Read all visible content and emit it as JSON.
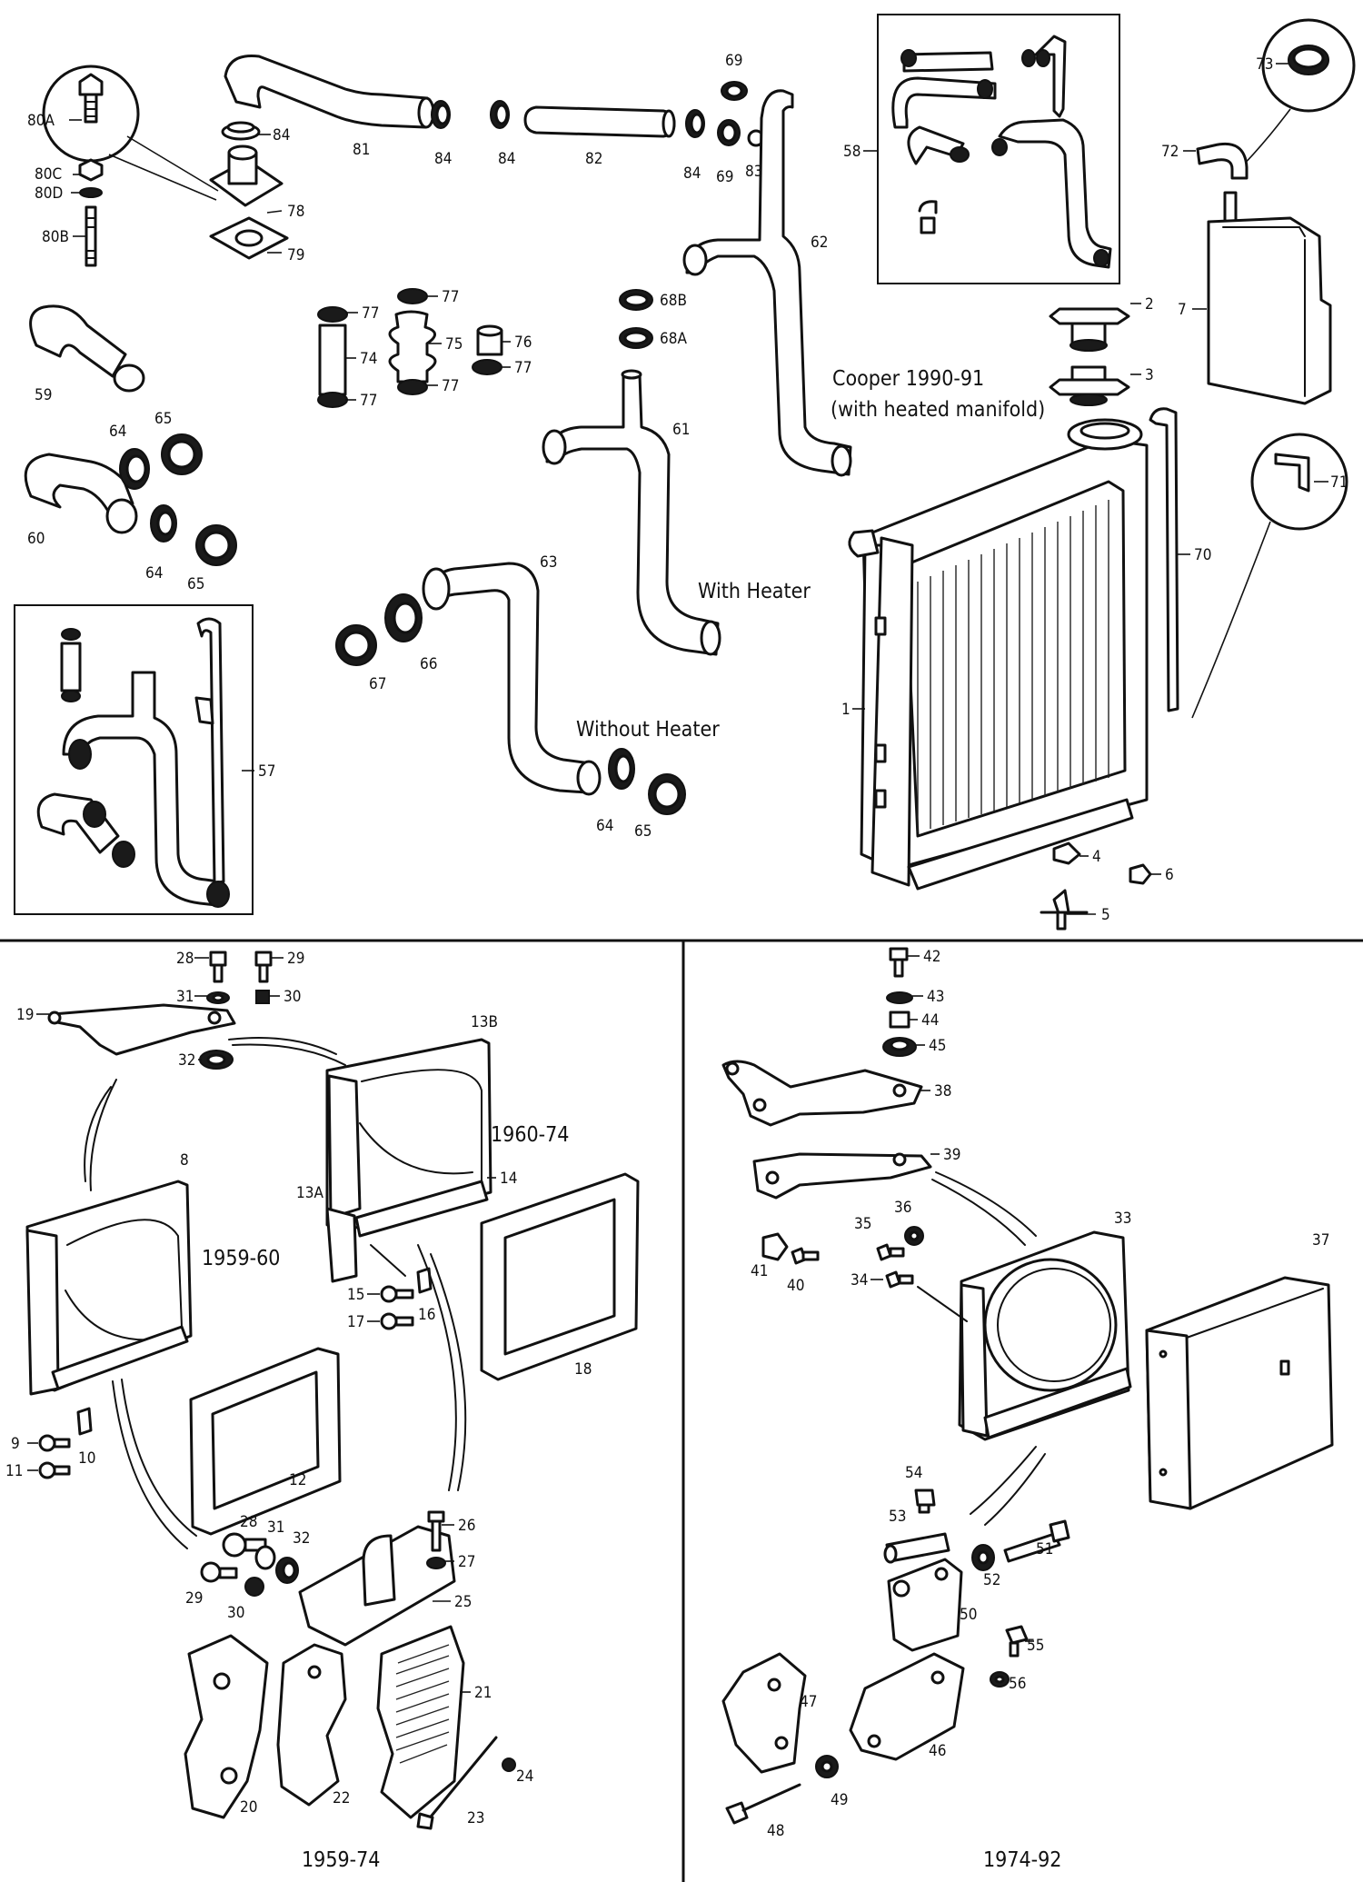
{
  "labels": {
    "l80A": "80A",
    "l80C": "80C",
    "l80D": "80D",
    "l80B": "80B",
    "l84a": "84",
    "l84b": "84",
    "l84c": "84",
    "l84d": "84",
    "l81": "81",
    "l82": "82",
    "l78": "78",
    "l79": "79",
    "l69a": "69",
    "l69b": "69",
    "l83": "83",
    "l58": "58",
    "l62": "62",
    "l68B": "68B",
    "l68A": "68A",
    "l61": "61",
    "l73": "73",
    "l72": "72",
    "l7": "7",
    "l2": "2",
    "l3": "3",
    "l71": "71",
    "l70": "70",
    "l1": "1",
    "l4": "4",
    "l5": "5",
    "l6": "6",
    "l59": "59",
    "l64a": "64",
    "l65a": "65",
    "l60": "60",
    "l64b": "64",
    "l65b": "65",
    "l77a": "77",
    "l77b": "77",
    "l77c": "77",
    "l77d": "77",
    "l77e": "77",
    "l74": "74",
    "l75": "75",
    "l76": "76",
    "l63": "63",
    "l66": "66",
    "l67": "67",
    "l64c": "64",
    "l65c": "65",
    "l57": "57",
    "l28a": "28",
    "l29a": "29",
    "l31a": "31",
    "l30a": "30",
    "l19": "19",
    "l32a": "32",
    "l13B": "13B",
    "l8": "8",
    "l13A": "13A",
    "l14": "14",
    "l15": "15",
    "l16": "16",
    "l17": "17",
    "l18": "18",
    "l9": "9",
    "l10": "10",
    "l11": "11",
    "l12": "12",
    "l28b": "28",
    "l31b": "31",
    "l32b": "32",
    "l29b": "29",
    "l30b": "30",
    "l26": "26",
    "l27": "27",
    "l25": "25",
    "l21": "21",
    "l20": "20",
    "l22": "22",
    "l23": "23",
    "l24": "24",
    "l42": "42",
    "l43": "43",
    "l44": "44",
    "l45": "45",
    "l38": "38",
    "l39": "39",
    "l35": "35",
    "l36": "36",
    "l33": "33",
    "l37": "37",
    "l41": "41",
    "l40": "40",
    "l34": "34",
    "l54": "54",
    "l53": "53",
    "l51": "51",
    "l52": "52",
    "l50": "50",
    "l55": "55",
    "l56": "56",
    "l47": "47",
    "l46": "46",
    "l49": "49",
    "l48": "48"
  },
  "captions": {
    "cooper_line1": "Cooper 1990-91",
    "cooper_line2": "(with heated manifold)",
    "with_heater": "With Heater",
    "without_heater": "Without Heater",
    "year_1960_74": "1960-74",
    "year_1959_60": "1959-60",
    "year_1959_74": "1959-74",
    "year_1974_92": "1974-92"
  }
}
